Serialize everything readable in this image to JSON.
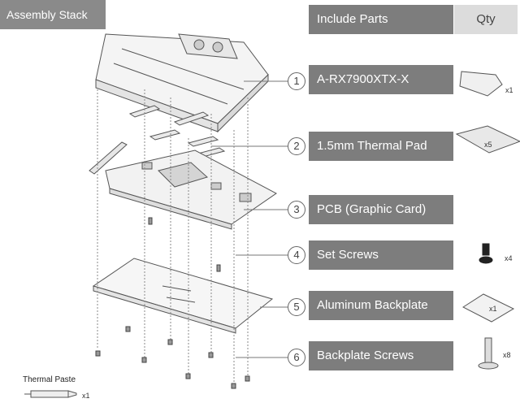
{
  "title": "Assembly Stack",
  "header": {
    "parts_label": "Include Parts",
    "qty_label": "Qty"
  },
  "parts": [
    {
      "number": "1",
      "name": "A-RX7900XTX-X",
      "qty": "x1"
    },
    {
      "number": "2",
      "name": "1.5mm Thermal Pad",
      "qty": "x5"
    },
    {
      "number": "3",
      "name": "PCB (Graphic Card)",
      "qty": ""
    },
    {
      "number": "4",
      "name": "Set Screws",
      "qty": "x4"
    },
    {
      "number": "5",
      "name": "Aluminum Backplate",
      "qty": "x1"
    },
    {
      "number": "6",
      "name": "Backplate Screws",
      "qty": "x8"
    }
  ],
  "thermal_paste": {
    "label": "Thermal Paste",
    "qty": "x1"
  },
  "colors": {
    "bar": "#7d7d7d",
    "qty_bar": "#dcdcdc",
    "line": "#555555"
  }
}
